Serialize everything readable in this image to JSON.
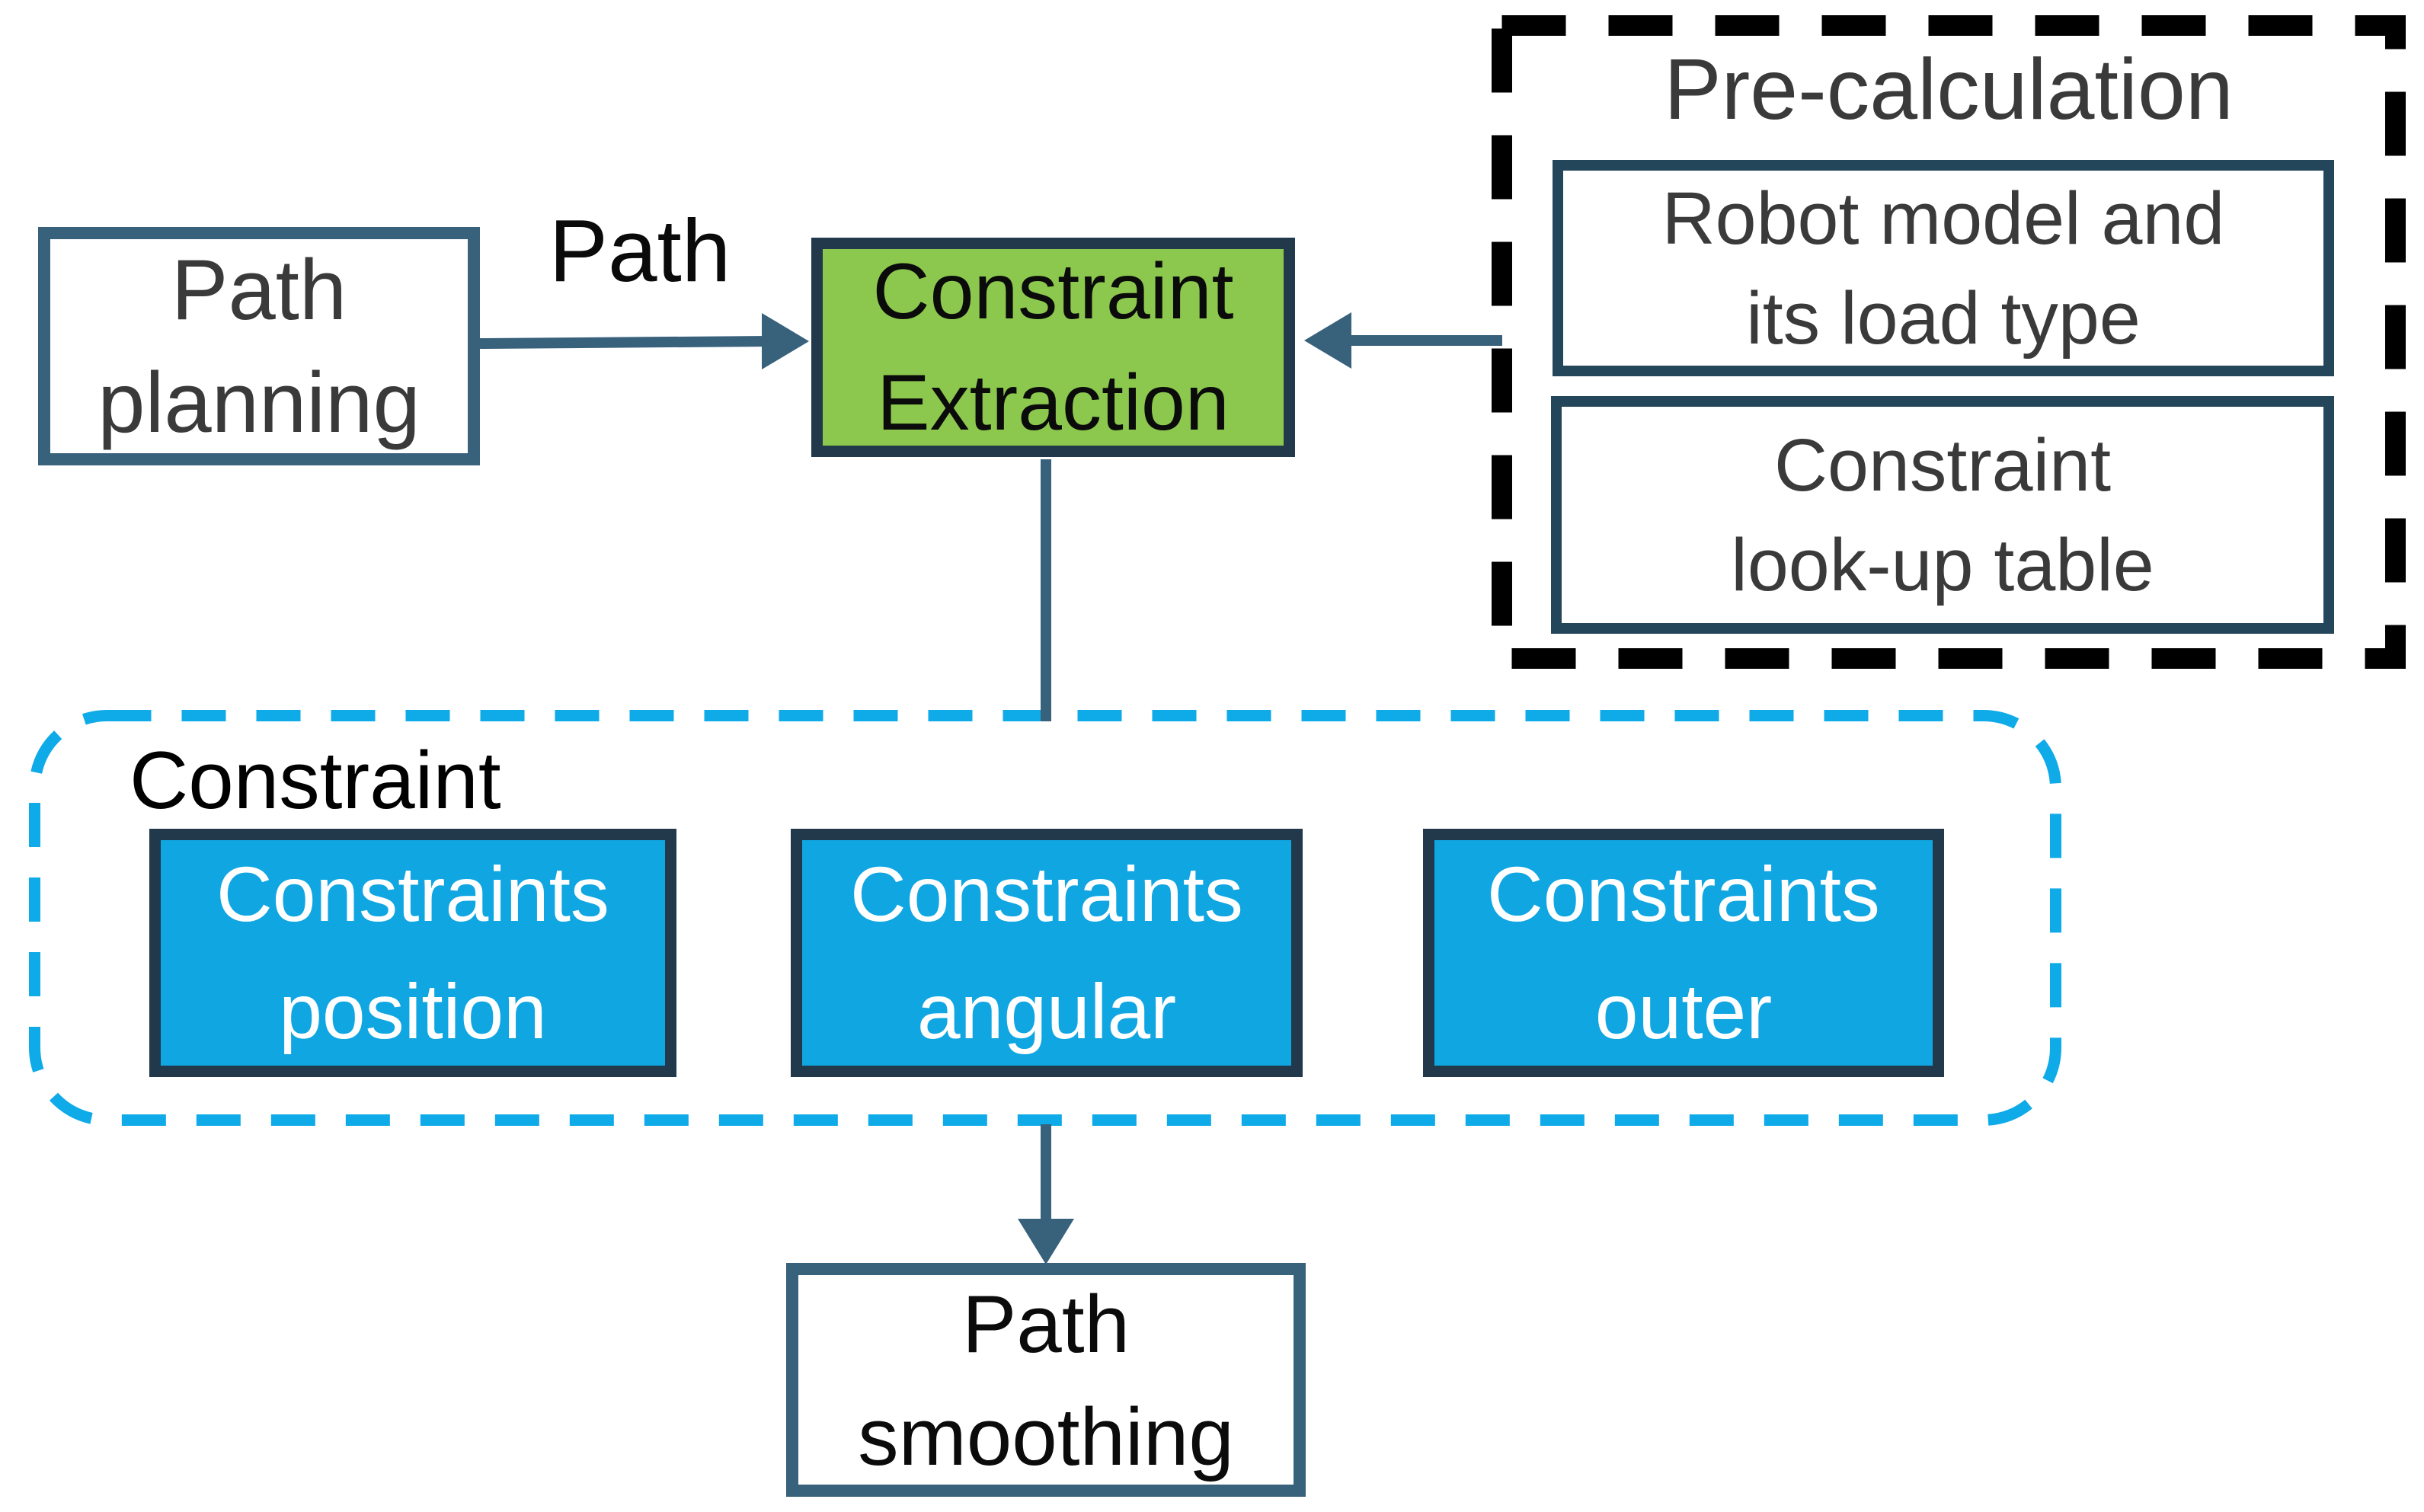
{
  "nodes": {
    "path_planning": {
      "lines": [
        "Path",
        "planning"
      ]
    },
    "constraint_extraction": {
      "lines": [
        "Constraint",
        "Extraction"
      ]
    },
    "pre_calculation": {
      "title": "Pre-calculation"
    },
    "robot_model": {
      "lines": [
        "Robot model and",
        "its load type"
      ]
    },
    "lookup_table": {
      "lines": [
        "Constraint",
        "look-up table"
      ]
    },
    "constraint_group": {
      "label": "Constraint"
    },
    "constraints_position": {
      "lines": [
        "Constraints",
        "position"
      ]
    },
    "constraints_angular": {
      "lines": [
        "Constraints",
        "angular"
      ]
    },
    "constraints_outer": {
      "lines": [
        "Constraints",
        "outer"
      ]
    },
    "path_smoothing": {
      "lines": [
        "Path",
        "smoothing"
      ]
    }
  },
  "edges": {
    "path_label": "Path"
  },
  "colors": {
    "green": "#8CC84E",
    "cyan": "#10A6E2",
    "cyan_dash": "#0FAAE8",
    "dark_border": "#21394B",
    "slate_border": "#38617C",
    "teal_border": "#24465A",
    "arrow": "#38617C",
    "black_dash": "#000000",
    "text_dark": "#3A3A3A",
    "text_black": "#0B0B0B",
    "text_white": "#FFFFFF"
  }
}
